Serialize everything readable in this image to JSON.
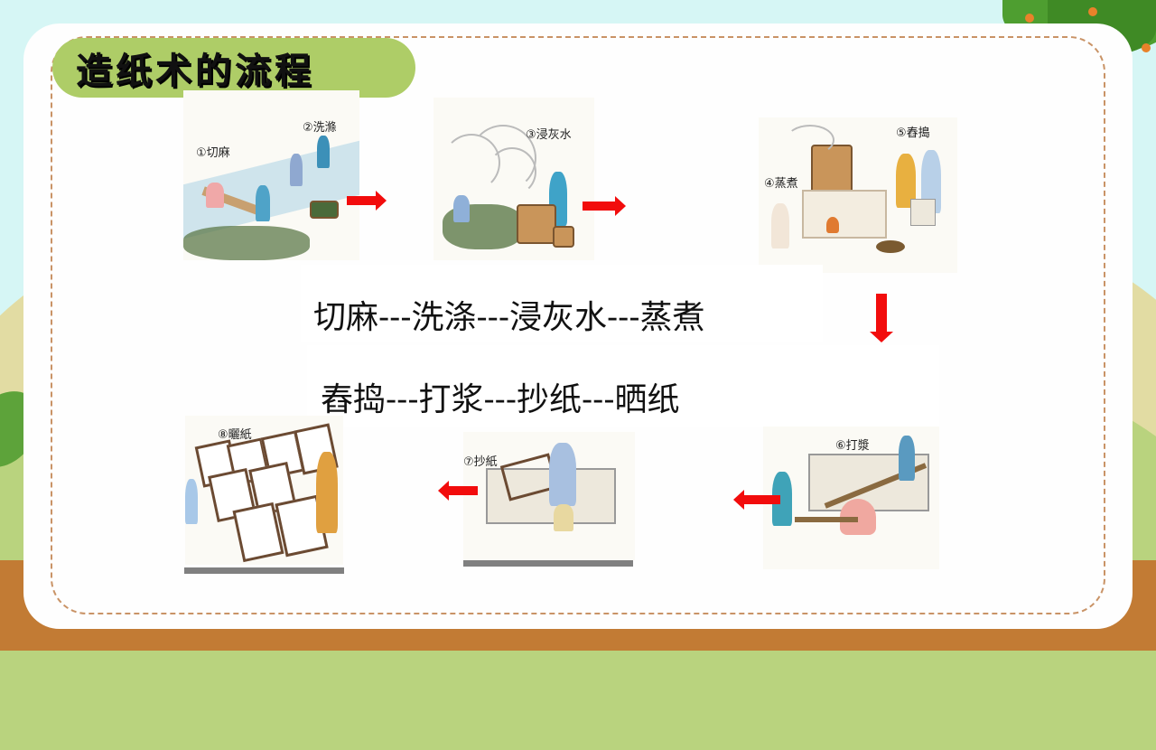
{
  "title": "造纸术的流程",
  "steps": [
    {
      "num": "①",
      "label": "切麻"
    },
    {
      "num": "②",
      "label": "洗涤"
    },
    {
      "num": "③",
      "label": "浸灰水"
    },
    {
      "num": "④",
      "label": "蒸煮"
    },
    {
      "num": "⑤",
      "label": "舂捣"
    },
    {
      "num": "⑥",
      "label": "打漿"
    },
    {
      "num": "⑦",
      "label": "抄紙"
    },
    {
      "num": "⑧",
      "label": "曬紙"
    }
  ],
  "captions": {
    "c1": "①切麻",
    "c2": "②洗滌",
    "c3": "③浸灰水",
    "c4": "④蒸煮",
    "c5": "⑤舂搗",
    "c6": "⑥打漿",
    "c7": "⑦抄紙",
    "c8": "⑧曬紙"
  },
  "flow": {
    "line1": "切麻---洗涤---浸灰水---蒸煮",
    "line2": "舂捣---打浆---抄纸---晒纸"
  },
  "colors": {
    "title_pill": "#aecd67",
    "arrow": "#f20c0c",
    "dash_border": "#c99366",
    "ground": "#c27b34",
    "sky": "#d6f6f5"
  }
}
